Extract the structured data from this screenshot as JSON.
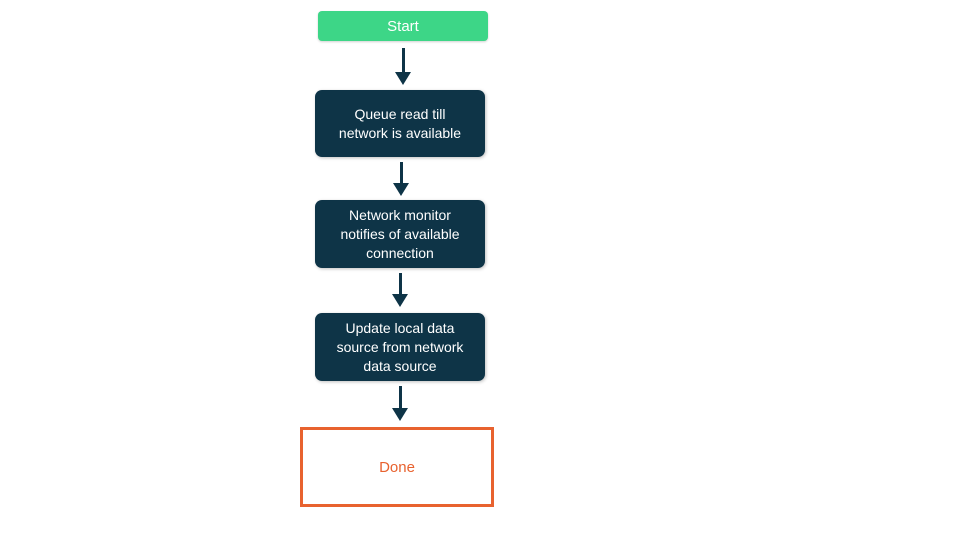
{
  "colors": {
    "canvas_background": "#ffffff",
    "start_fill": "#3dd687",
    "process_fill": "#0e3447",
    "process_text": "#ffffff",
    "start_text": "#ffffff",
    "done_border": "#e8622f",
    "done_text": "#e8622f",
    "arrow": "#0e3447"
  },
  "flowchart": {
    "start": {
      "label": "Start"
    },
    "step_queue": {
      "label": "Queue read till\nnetwork is available"
    },
    "step_monitor": {
      "label": "Network monitor\nnotifies of available\nconnection"
    },
    "step_update": {
      "label": "Update local data\nsource from network\ndata source"
    },
    "done": {
      "label": "Done"
    }
  }
}
